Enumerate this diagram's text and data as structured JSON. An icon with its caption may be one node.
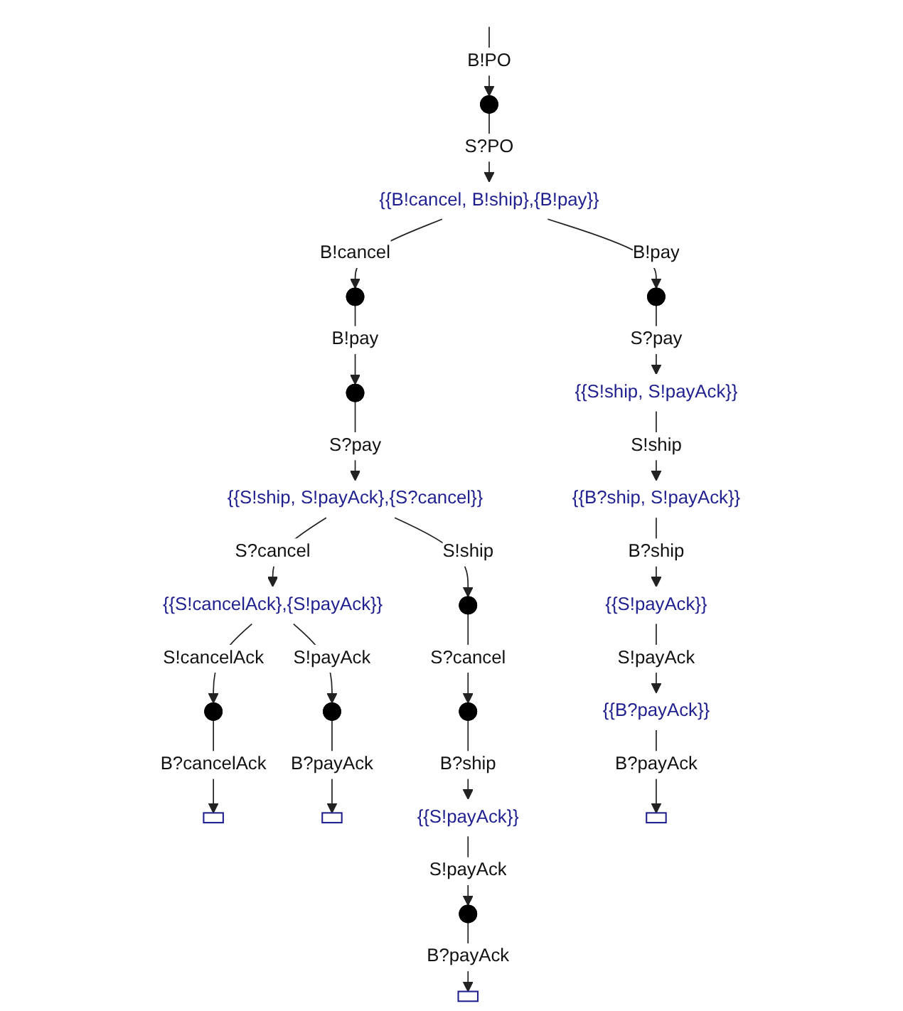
{
  "diagram": {
    "nodes": [
      {
        "text": [],
        "shape": "point"
      },
      {
        "text": [
          "{{B!cancel, B!ship},{B!pay}}"
        ]
      },
      {
        "text": [],
        "shape": "point"
      },
      {
        "text": [],
        "shape": "point"
      },
      {
        "text": [],
        "shape": "point"
      },
      {
        "text": [
          "{{S!ship, S!payAck}}"
        ]
      },
      {
        "text": [
          "{{S!ship, S!payAck},{S?cancel}}"
        ]
      },
      {
        "text": [
          "{{B?ship, S!payAck}}"
        ]
      },
      {
        "text": [],
        "shape": "point"
      },
      {
        "text": [
          "{{S!cancelAck},{S!payAck}}"
        ]
      },
      {
        "text": [
          "{{S!payAck}}"
        ]
      },
      {
        "text": [],
        "shape": "point"
      },
      {
        "text": [],
        "shape": "point"
      },
      {
        "text": [],
        "shape": "point"
      },
      {
        "text": [
          "{{B?payAck}}"
        ]
      },
      {
        "text": [],
        "shape": "box"
      },
      {
        "text": [],
        "shape": "box"
      },
      {
        "text": [
          "{{S!payAck}}"
        ]
      },
      {
        "text": [],
        "shape": "box"
      },
      {
        "text": [],
        "shape": "point"
      },
      {
        "text": [],
        "shape": "box"
      }
    ],
    "edges": [
      {
        "from": null,
        "to": 0,
        "arrow": "to",
        "label": "B!PO"
      },
      {
        "from": 0,
        "to": 1,
        "arrow": "to",
        "label": "S?PO"
      },
      {
        "from": 1,
        "to": 2,
        "arrow": "to",
        "label": "B!cancel"
      },
      {
        "from": 1,
        "to": 3,
        "arrow": "to",
        "label": "B!pay"
      },
      {
        "from": 2,
        "to": 4,
        "arrow": "to",
        "label": "B!pay"
      },
      {
        "from": 4,
        "to": 6,
        "arrow": "to",
        "label": "S?pay"
      },
      {
        "from": 3,
        "to": 5,
        "arrow": "to",
        "label": "S?pay"
      },
      {
        "from": 5,
        "to": 7,
        "arrow": "to",
        "label": "S!ship"
      },
      {
        "from": 7,
        "to": 10,
        "arrow": "to",
        "label": "B?ship"
      },
      {
        "from": 10,
        "to": 14,
        "arrow": "to",
        "label": "S!payAck"
      },
      {
        "from": 14,
        "to": 18,
        "arrow": "to",
        "label": "B?payAck"
      },
      {
        "from": 6,
        "to": 9,
        "arrow": "to",
        "label": "S?cancel"
      },
      {
        "from": 6,
        "to": 8,
        "arrow": "to",
        "label": "S!ship"
      },
      {
        "from": 9,
        "to": 11,
        "arrow": "to",
        "label": "S!cancelAck"
      },
      {
        "from": 9,
        "to": 12,
        "arrow": "to",
        "label": "S!payAck"
      },
      {
        "from": 11,
        "to": 15,
        "arrow": "to",
        "label": "B?cancelAck"
      },
      {
        "from": 12,
        "to": 16,
        "arrow": "to",
        "label": "B?payAck"
      },
      {
        "from": 8,
        "to": 13,
        "arrow": "to",
        "label": "S?cancel"
      },
      {
        "from": 13,
        "to": 17,
        "arrow": "to",
        "label": "B?ship"
      },
      {
        "from": 17,
        "to": 19,
        "arrow": "to",
        "label": "S!payAck"
      },
      {
        "from": 19,
        "to": 20,
        "arrow": "to",
        "label": "B?payAck"
      }
    ]
  }
}
